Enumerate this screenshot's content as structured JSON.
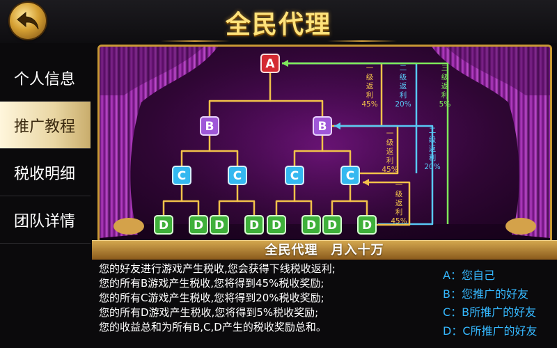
{
  "header": {
    "title": "全民代理"
  },
  "sidebar": {
    "items": [
      {
        "label": "个人信息"
      },
      {
        "label": "推广教程"
      },
      {
        "label": "税收明细"
      },
      {
        "label": "团队详情"
      }
    ]
  },
  "diagram": {
    "root": "A",
    "level_b": [
      "B",
      "B"
    ],
    "level_c": [
      "C",
      "C",
      "C",
      "C"
    ],
    "level_d": [
      "D",
      "D",
      "D",
      "D",
      "D",
      "D",
      "D",
      "D"
    ],
    "rebates": [
      {
        "text": "一级返利45%",
        "color": "#f2c24a"
      },
      {
        "text": "二级返利20%",
        "color": "#58c8f5"
      },
      {
        "text": "三级返利5%",
        "color": "#7ee85a"
      },
      {
        "text": "一级返利45%",
        "color": "#f2c24a"
      },
      {
        "text": "二级返利20%",
        "color": "#58c8f5"
      },
      {
        "text": "一级返利45%",
        "color": "#f2c24a"
      }
    ]
  },
  "panel": {
    "banner": "全民代理　月入十万",
    "description": [
      "您的好友进行游戏产生税收,您会获得下线税收返利;",
      "您的所有B游戏产生税收,您将得到45%税收奖励;",
      "您的所有C游戏产生税收,您将得到20%税收奖励;",
      "您的所有D游戏产生税收,您将得到5%税收奖励;",
      "您的收益总和为所有B,C,D产生的税收奖励总和。"
    ],
    "legend": [
      "A：您自己",
      "B：您推广的好友",
      "C：B所推广的好友",
      "D：C所推广的好友"
    ]
  }
}
